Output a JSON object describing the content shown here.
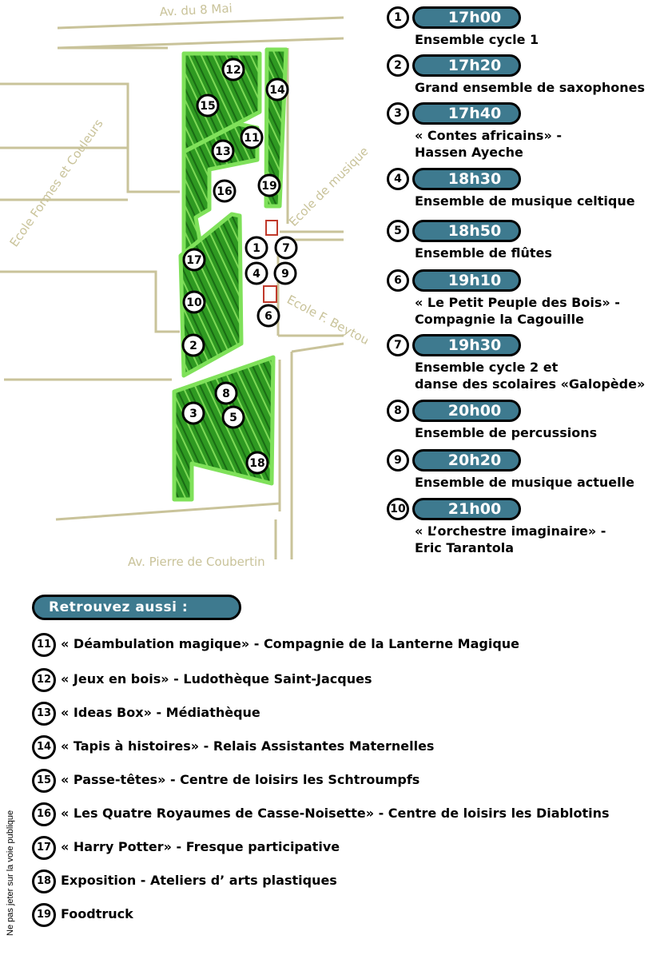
{
  "map": {
    "streets": {
      "top": "Av. du 8 Mai",
      "bottom": "Av. Pierre de Coubertin"
    },
    "schools": {
      "left": "Ecole Formes et Couleurs",
      "music": "Ecole de musique",
      "beytout": "Ecole F. Beytout"
    },
    "markers": [
      "12",
      "15",
      "14",
      "11",
      "13",
      "16",
      "19",
      "17",
      "10",
      "2",
      "1",
      "7",
      "4",
      "9",
      "6",
      "8",
      "3",
      "5",
      "18"
    ],
    "colors": {
      "grass": "#2e9a1f",
      "grass_border": "#7fe15a",
      "road": "#c9c39a",
      "stage": "#c0392b"
    }
  },
  "schedule": [
    {
      "num": "1",
      "time": "17h00",
      "lines": [
        "Ensemble cycle 1"
      ]
    },
    {
      "num": "2",
      "time": "17h20",
      "lines": [
        "Grand ensemble de saxophones"
      ]
    },
    {
      "num": "3",
      "time": "17h40",
      "lines": [
        "« Contes africains» -",
        "Hassen Ayeche"
      ]
    },
    {
      "num": "4",
      "time": "18h30",
      "lines": [
        "Ensemble de musique celtique"
      ]
    },
    {
      "num": "5",
      "time": "18h50",
      "lines": [
        "Ensemble de flûtes"
      ]
    },
    {
      "num": "6",
      "time": "19h10",
      "lines": [
        "« Le Petit Peuple des Bois» -",
        "Compagnie la Cagouille"
      ]
    },
    {
      "num": "7",
      "time": "19h30",
      "lines": [
        "Ensemble cycle 2 et",
        "danse des scolaires «Galopède»"
      ]
    },
    {
      "num": "8",
      "time": "20h00",
      "lines": [
        "Ensemble de percussions"
      ]
    },
    {
      "num": "9",
      "time": "20h20",
      "lines": [
        "Ensemble de musique actuelle"
      ]
    },
    {
      "num": "10",
      "time": "21h00",
      "lines": [
        "« L’orchestre imaginaire» -",
        "Eric Tarantola"
      ]
    }
  ],
  "aussi": {
    "heading": "Retrouvez aussi :",
    "items": [
      {
        "num": "11",
        "label": "« Déambulation magique» - Compagnie de la Lanterne Magique"
      },
      {
        "num": "12",
        "label": "« Jeux en bois» - Ludothèque Saint-Jacques"
      },
      {
        "num": "13",
        "label": "« Ideas Box» - Médiathèque"
      },
      {
        "num": "14",
        "label": "« Tapis à histoires» - Relais Assistantes Maternelles"
      },
      {
        "num": "15",
        "label": "« Passe-têtes» - Centre de loisirs les Schtroumpfs"
      },
      {
        "num": "16",
        "label": "« Les Quatre Royaumes de Casse-Noisette» - Centre de loisirs les Diablotins"
      },
      {
        "num": "17",
        "label": "« Harry Potter» - Fresque participative"
      },
      {
        "num": "18",
        "label": "Exposition - Ateliers d’ arts plastiques"
      },
      {
        "num": "19",
        "label": "Foodtruck"
      }
    ]
  },
  "footer_note": "Ne pas jeter sur la voie publique",
  "colors": {
    "accent": "#3e7a8f"
  }
}
